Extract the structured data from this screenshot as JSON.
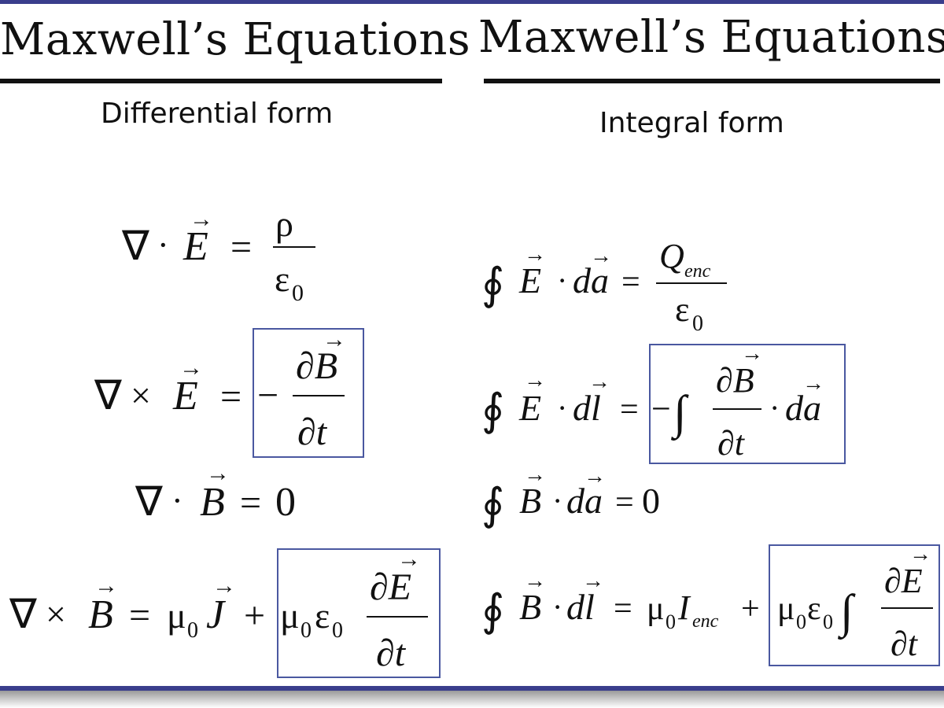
{
  "left": {
    "title": "Maxwell’s Equations",
    "subtitle": "Differential form"
  },
  "right": {
    "title": "Maxwell’s Equations",
    "subtitle": "Integral form"
  },
  "colors": {
    "frame": "#3a3e8c",
    "box_border": "#4a58a0",
    "text": "#111111"
  }
}
